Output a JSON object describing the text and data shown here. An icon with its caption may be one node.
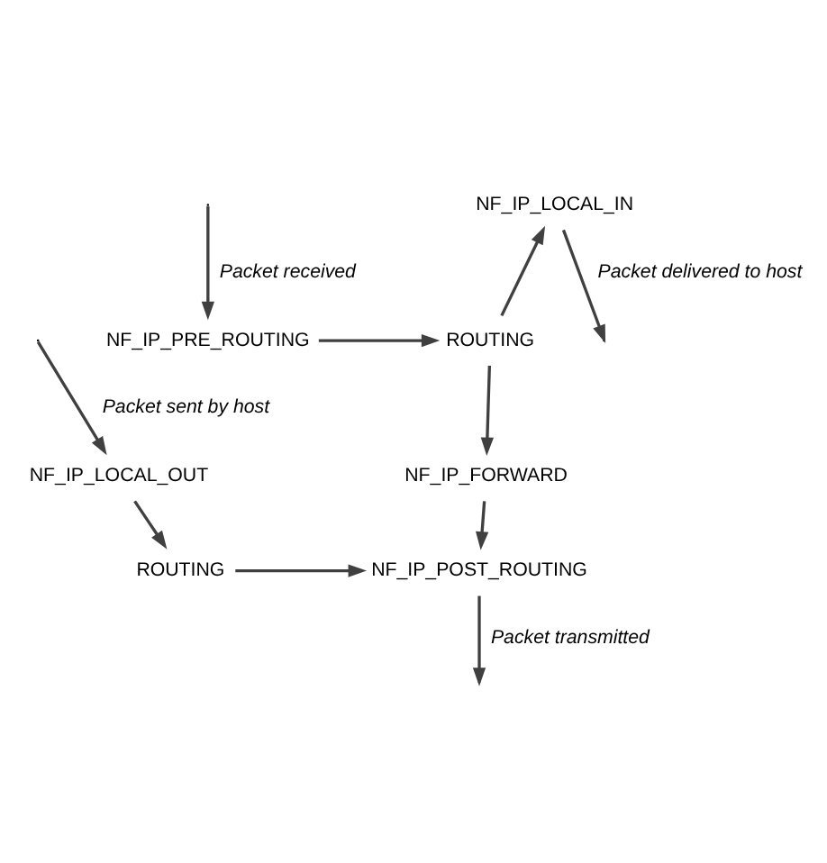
{
  "diagram": {
    "nodes": [
      {
        "text": [
          "NF_IP_LOCAL_IN"
        ]
      },
      {
        "text": [
          "NF_IP_PRE_ROUTING"
        ]
      },
      {
        "text": [
          "ROUTING"
        ]
      },
      {
        "text": [
          "NF_IP_LOCAL_OUT"
        ]
      },
      {
        "text": [
          "NF_IP_FORWARD"
        ]
      },
      {
        "text": [
          "ROUTING"
        ]
      },
      {
        "text": [
          "NF_IP_POST_ROUTING"
        ]
      }
    ],
    "edges": [
      {
        "from": 0,
        "to": null,
        "arrow": "to",
        "label": "Packet delivered to host"
      },
      {
        "from": null,
        "to": 1,
        "arrow": "to",
        "label": "Packet received"
      },
      {
        "from": 1,
        "to": 2,
        "arrow": "to"
      },
      {
        "from": 2,
        "to": 0,
        "arrow": "to"
      },
      {
        "from": 2,
        "to": 4,
        "arrow": "to"
      },
      {
        "from": null,
        "to": 3,
        "arrow": "to",
        "label": "Packet sent by host"
      },
      {
        "from": 3,
        "to": 5,
        "arrow": "to"
      },
      {
        "from": 4,
        "to": 6,
        "arrow": "to"
      },
      {
        "from": 5,
        "to": 6,
        "arrow": "to"
      },
      {
        "from": 6,
        "to": null,
        "arrow": "to",
        "label": "Packet transmitted"
      }
    ]
  }
}
